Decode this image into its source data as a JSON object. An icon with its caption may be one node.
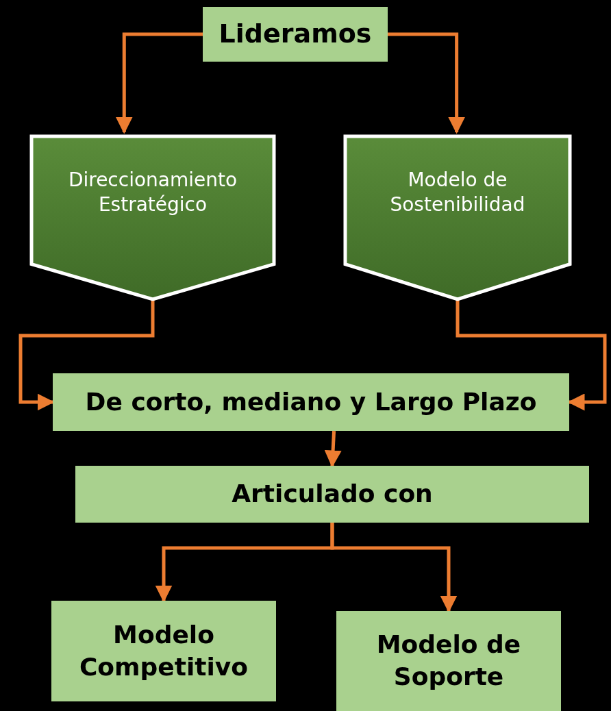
{
  "diagram": {
    "nodes": [
      {
        "text": [
          "Lideramos"
        ]
      },
      {
        "text": [
          "Direccionamiento Estratégico"
        ]
      },
      {
        "text": [
          "Modelo de Sostenibilidad"
        ]
      },
      {
        "text": [
          "De corto, mediano y Largo Plazo"
        ]
      },
      {
        "text": [
          "Articulado con"
        ]
      },
      {
        "text": [
          "Modelo Competitivo"
        ]
      },
      {
        "text": [
          "Modelo de Soporte"
        ]
      }
    ],
    "edges": [
      {
        "from": 0,
        "to": 1,
        "arrow": "to"
      },
      {
        "from": 0,
        "to": 2,
        "arrow": "to"
      },
      {
        "from": 1,
        "to": 3,
        "arrow": "to"
      },
      {
        "from": 2,
        "to": 3,
        "arrow": "to"
      },
      {
        "from": 3,
        "to": 4,
        "arrow": "to"
      },
      {
        "from": 4,
        "to": 5,
        "arrow": "to"
      },
      {
        "from": 4,
        "to": 6,
        "arrow": "to"
      }
    ]
  }
}
